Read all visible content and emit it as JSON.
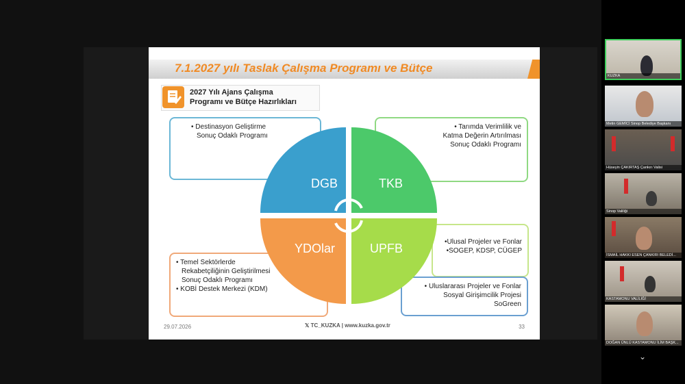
{
  "slide": {
    "title": "7.1.2027 yılı Taslak Çalışma Programı ve Bütçe",
    "heading_line1": "2027 Yılı Ajans Çalışma",
    "heading_line2": "Programı ve Bütçe Hazırlıkları",
    "quadrants": [
      "DGB",
      "TKB",
      "YDOlar",
      "UPFB"
    ],
    "box_tl": [
      "• Destinasyon Geliştirme",
      "Sonuç Odaklı Programı"
    ],
    "box_tr": [
      "• Tarımda Verimlilik ve",
      "Katma Değerin Artırılması",
      "Sonuç Odaklı Programı"
    ],
    "box_bl": [
      "• Temel Sektörlerde",
      "Rekabetçiliğinin Geliştirilmesi",
      "Sonuç Odaklı Programı",
      "• KOBİ Destek Merkezi (KDM)"
    ],
    "box_mr": [
      "•Ulusal Projeler ve Fonlar",
      "•SOGEP, KDSP, CÜGEP"
    ],
    "box_br": [
      "• Uluslararası Projeler ve Fonlar",
      "Sosyal Girişimcilik Projesi",
      "SoGreen"
    ],
    "date": "29.07.2026",
    "brand": "𝕏 TC_KUZKA | www.kuzka.gov.tr",
    "page": "33"
  },
  "participants": [
    {
      "name": "KUZKA"
    },
    {
      "name": "Metin GEMİCİ Sinop Belediye Başkanı"
    },
    {
      "name": "Hüseyin ÇAKIRTAŞ Çankırı Valisi"
    },
    {
      "name": "Sinop Valiliği"
    },
    {
      "name": "İSMAİL HAKKI ESEN ÇANKIRI BELEDİ..."
    },
    {
      "name": "KASTAMONU VALİLİĞİ"
    },
    {
      "name": "DOĞAN ÜNLÜ KASTAMONU İLİM BAŞK..."
    }
  ],
  "colors": {
    "dgb": "#3a9fcd",
    "tkb": "#4cc96a",
    "ydo": "#f39a4a",
    "upfb": "#a6dc4a",
    "title": "#f08a24",
    "active_border": "#3fcf5c"
  },
  "icons": {
    "scroll": "chevron-down-icon"
  }
}
